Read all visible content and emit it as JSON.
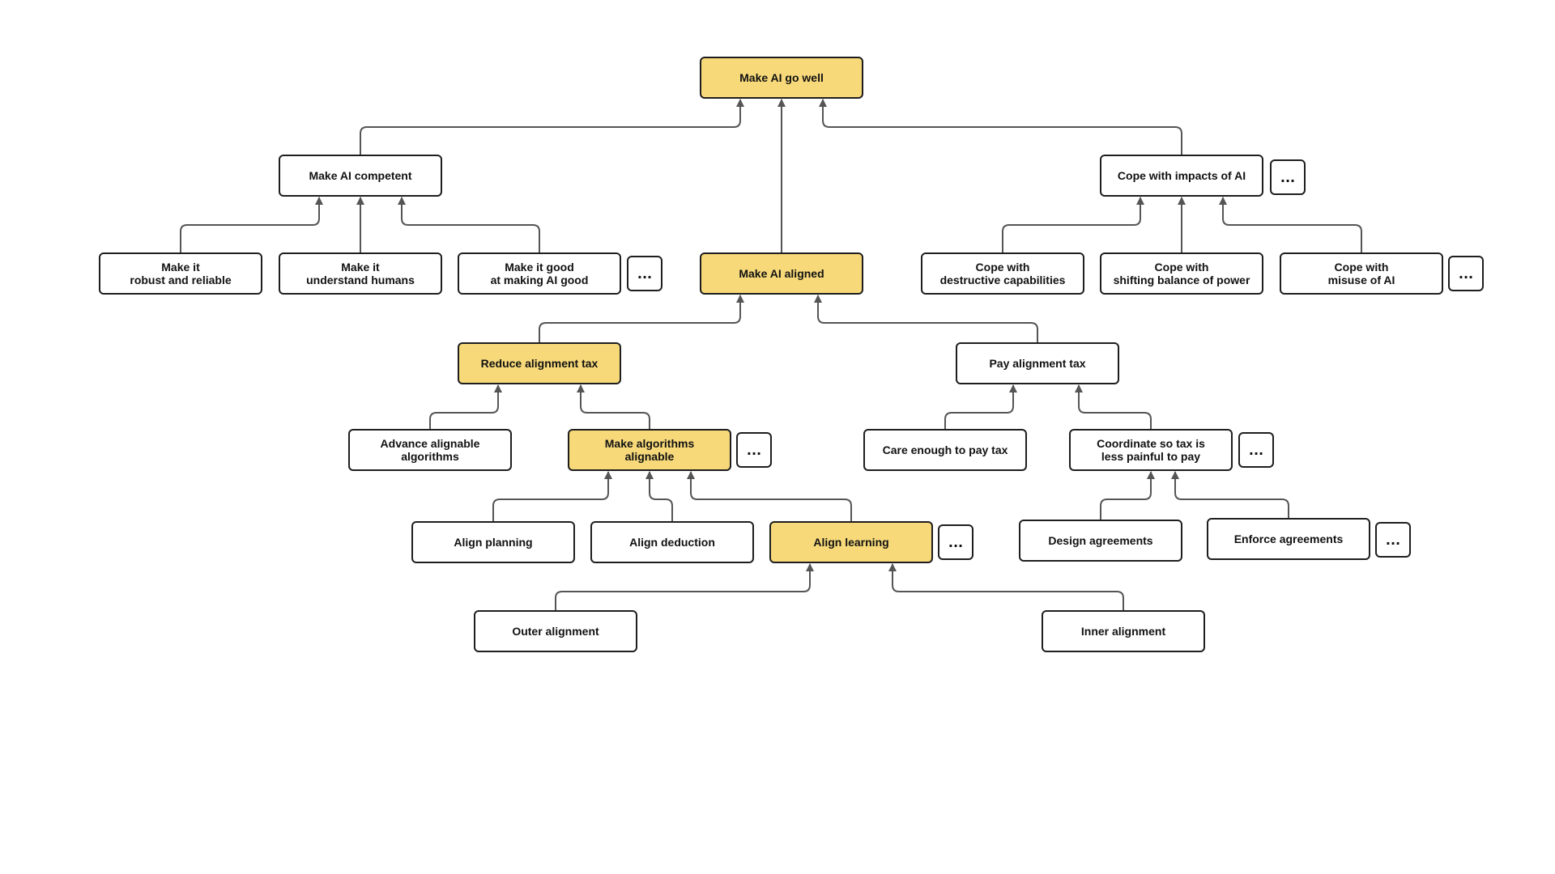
{
  "colors": {
    "highlight": "#f7d97a",
    "node_fill": "#ffffff",
    "border": "#1e1e1e",
    "edge": "#555555"
  },
  "more_label": "...",
  "nodes": {
    "go_well": "Make AI go well",
    "competent": "Make AI competent",
    "aligned": "Make AI aligned",
    "impacts": "Cope with impacts of AI",
    "robust": "Make it\nrobust and reliable",
    "understand": "Make it\nunderstand humans",
    "good_at": "Make it good\nat making AI good",
    "destructive": "Cope with\ndestructive capabilities",
    "balance": "Cope with\nshifting balance of power",
    "misuse": "Cope with\nmisuse of AI",
    "reduce_tax": "Reduce alignment tax",
    "pay_tax": "Pay alignment tax",
    "advance": "Advance alignable\nalgorithms",
    "make_alignable": "Make algorithms\nalignable",
    "care": "Care enough to pay tax",
    "coordinate": "Coordinate so tax is\nless painful to pay",
    "planning": "Align planning",
    "deduction": "Align deduction",
    "learning": "Align learning",
    "design": "Design agreements",
    "enforce": "Enforce agreements",
    "outer": "Outer alignment",
    "inner": "Inner alignment"
  },
  "highlighted": [
    "go_well",
    "aligned",
    "reduce_tax",
    "make_alignable",
    "learning"
  ]
}
